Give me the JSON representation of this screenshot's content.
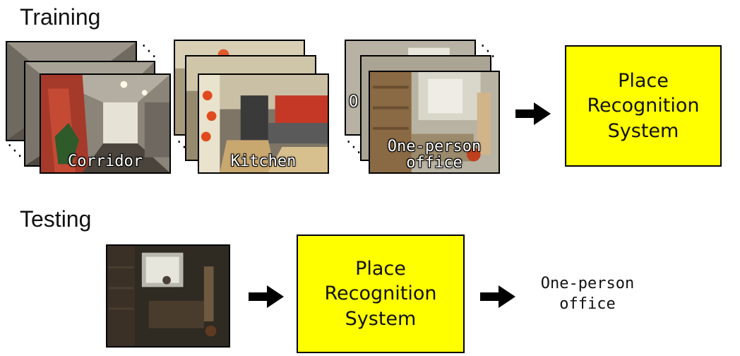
{
  "training": {
    "title": "Training",
    "groups": [
      {
        "name": "corridor",
        "label": "Corridor"
      },
      {
        "name": "kitchen",
        "label": "Kitchen"
      },
      {
        "name": "office",
        "label_line1": "One-person",
        "label_line2": "office",
        "partial_label": "O"
      }
    ],
    "ellipsis": "⋱",
    "system_box": {
      "line1": "Place",
      "line2": "Recognition",
      "line3": "System"
    }
  },
  "testing": {
    "title": "Testing",
    "system_box": {
      "line1": "Place",
      "line2": "Recognition",
      "line3": "System"
    },
    "output": {
      "line1": "One-person",
      "line2": "office"
    }
  },
  "colors": {
    "system_box": "#ffff00",
    "arrow": "#000000"
  }
}
